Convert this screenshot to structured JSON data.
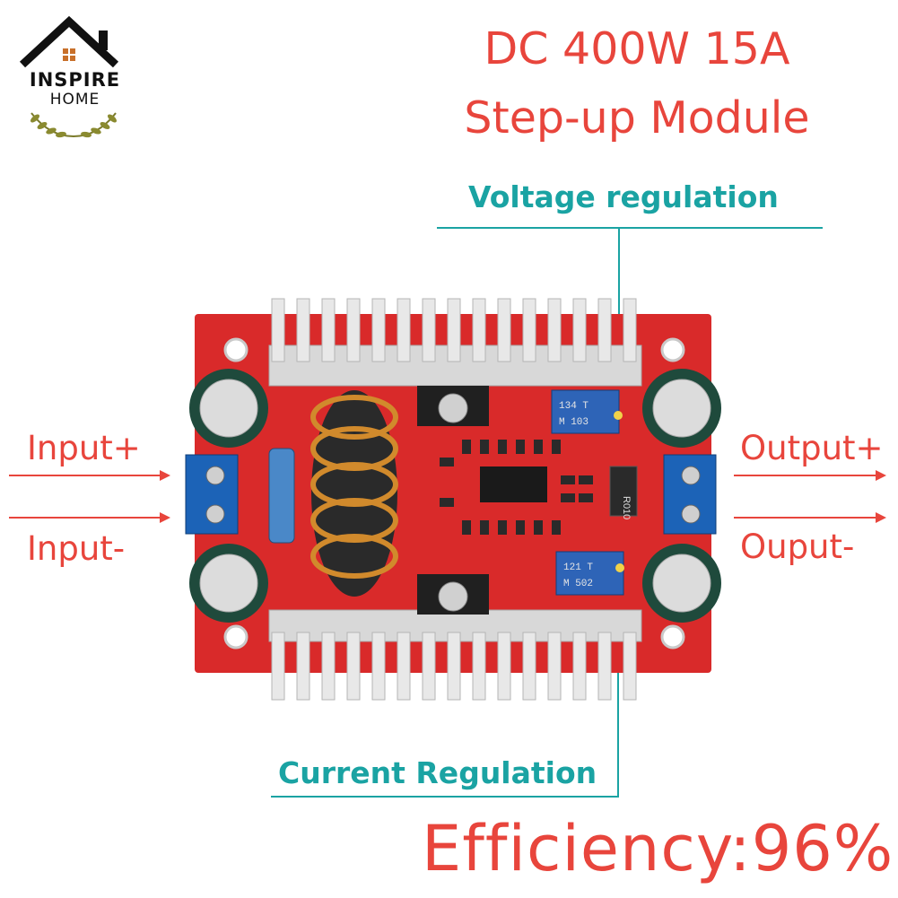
{
  "logo": {
    "line1": "INSPIRE",
    "line2": "HOME"
  },
  "title": {
    "line1": "DC 400W 15A",
    "line2": "Step-up Module"
  },
  "labels": {
    "voltage": "Voltage regulation",
    "current": "Current Regulation",
    "input_plus": "Input+",
    "input_minus": "Input-",
    "output_plus": "Output+",
    "output_minus": "Ouput-"
  },
  "efficiency": "Efficiency:96%",
  "pcb": {
    "trimpot_top": [
      "134 T",
      "M 103"
    ],
    "trimpot_bottom": [
      "121 T",
      "M 502"
    ],
    "resistor": "R010"
  },
  "colors": {
    "accent_red": "#e8453c",
    "teal": "#1aa3a3",
    "pcb_red": "#d92a2a"
  }
}
